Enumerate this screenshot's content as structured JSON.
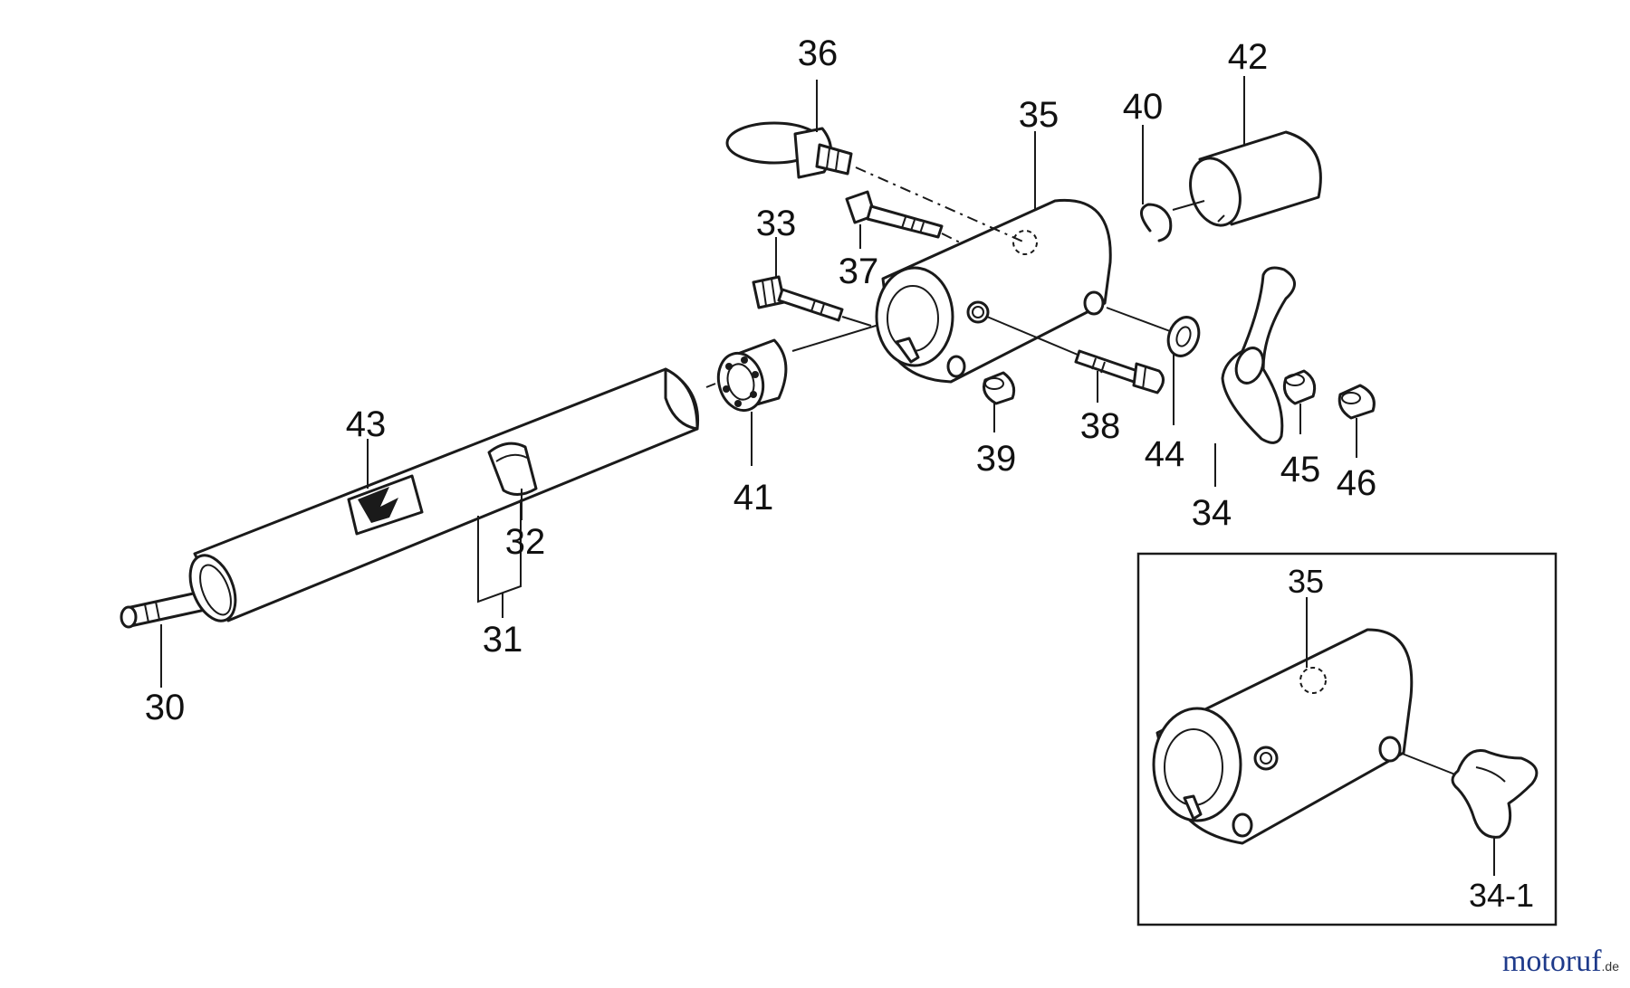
{
  "labels": {
    "p30": "30",
    "p31": "31",
    "p32": "32",
    "p33": "33",
    "p34": "34",
    "p35": "35",
    "p36": "36",
    "p37": "37",
    "p38": "38",
    "p39": "39",
    "p40": "40",
    "p41": "41",
    "p42": "42",
    "p43": "43",
    "p44": "44",
    "p45": "45",
    "p46": "46"
  },
  "inset": {
    "housing_label": "35",
    "knob_label": "34-1"
  },
  "watermark": {
    "text": "motoruf",
    "suffix": ".de"
  }
}
